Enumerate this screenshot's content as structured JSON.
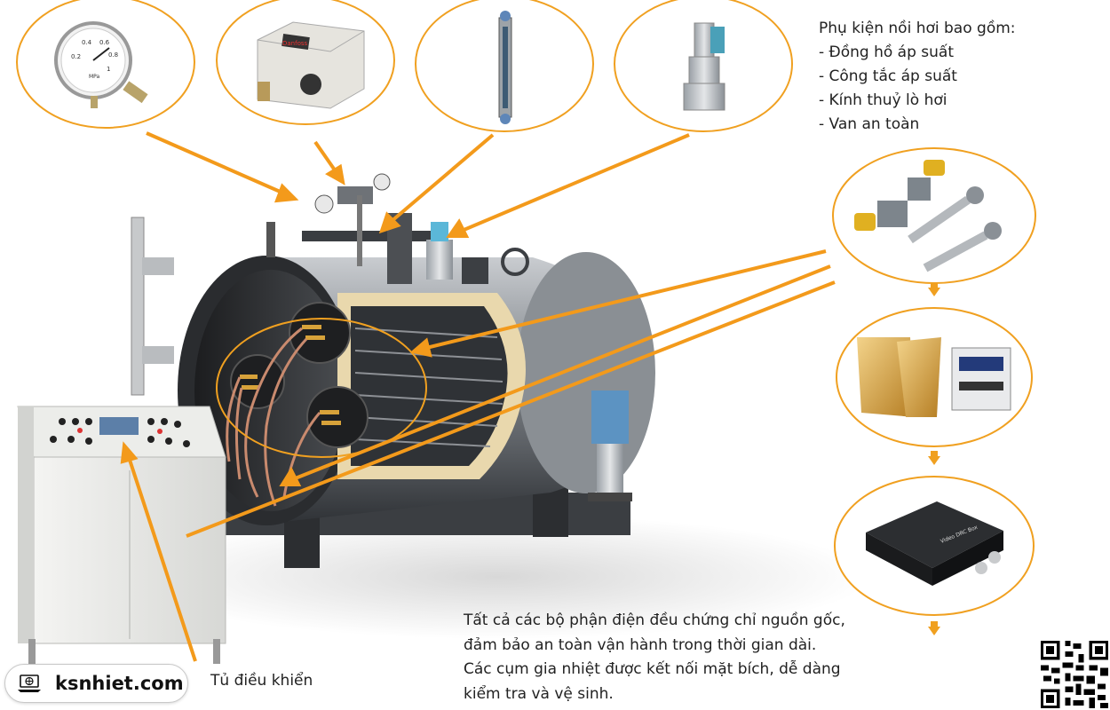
{
  "accessories": {
    "title": "Phụ kiện nồi hơi bao gồm:",
    "items": [
      "- Đồng hồ áp suất",
      "- Công tắc áp suất",
      "- Kính thuỷ lò hơi",
      "- Van an toàn"
    ]
  },
  "description": {
    "lines": [
      "Tất cả các bộ phận điện đều chứng chỉ nguồn gốc,",
      "đảm bảo an toàn vận hành trong thời gian dài.",
      "Các cụm gia nhiệt được kết nối mặt bích, dễ dàng",
      "kiểm tra và vệ sinh."
    ]
  },
  "control_cabinet_label": "Tủ điều khiển",
  "brand": {
    "name": "ksnhiet.com",
    "icon": "laptop-globe-icon"
  },
  "gauge_dial": {
    "ticks": [
      "0.2",
      "0.4",
      "0.6",
      "0.8",
      "1"
    ],
    "unit": "MPa"
  },
  "switch_logo": "Danfoss",
  "box_label": "Video DRC Box",
  "colors": {
    "accent": "#f0a020",
    "arrow": "#f39a1b",
    "boiler_body": "#8f9499",
    "text": "#222222"
  }
}
